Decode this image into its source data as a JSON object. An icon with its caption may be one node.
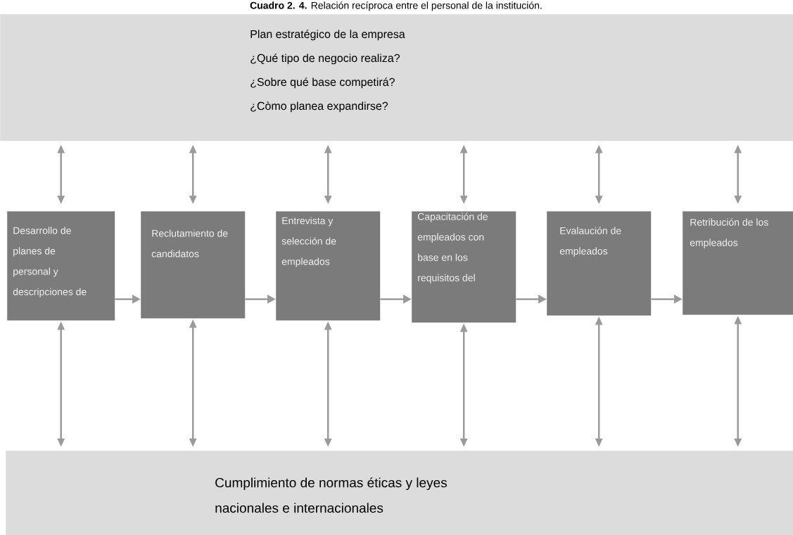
{
  "diagram": {
    "title": "**Cuadro 2. 4.** Relación recíproca entre el personal de la institución.",
    "nodes": [
      {
        "text": [
          "Plan estratégico de la empresa",
          "¿Qué tipo de negocio realiza?",
          "¿Sobre qué base competirá?",
          "¿Còmo planea expandirse?"
        ]
      },
      {
        "text": [
          "Desarrollo de planes de personal y descripciones de"
        ]
      },
      {
        "text": [
          "Reclutamiento de candidatos"
        ]
      },
      {
        "text": [
          "Entrevista y selección de empleados"
        ]
      },
      {
        "text": [
          "Capacitación de empleados con base en los requisitos del"
        ]
      },
      {
        "text": [
          "Evalaución de empleados"
        ]
      },
      {
        "text": [
          "Retribución de los empleados"
        ]
      },
      {
        "text": [
          "Cumplimiento de normas éticas y leyes nacionales e internacionales"
        ]
      }
    ],
    "edges": [
      {
        "from": 0,
        "to": 1,
        "arrow": "both"
      },
      {
        "from": 0,
        "to": 2,
        "arrow": "both"
      },
      {
        "from": 0,
        "to": 3,
        "arrow": "both"
      },
      {
        "from": 0,
        "to": 4,
        "arrow": "both"
      },
      {
        "from": 0,
        "to": 5,
        "arrow": "both"
      },
      {
        "from": 0,
        "to": 6,
        "arrow": "both"
      },
      {
        "from": 1,
        "to": 2,
        "arrow": "to"
      },
      {
        "from": 2,
        "to": 3,
        "arrow": "to"
      },
      {
        "from": 3,
        "to": 4,
        "arrow": "to"
      },
      {
        "from": 4,
        "to": 5,
        "arrow": "to"
      },
      {
        "from": 5,
        "to": 6,
        "arrow": "to"
      },
      {
        "from": 1,
        "to": 7,
        "arrow": "both"
      },
      {
        "from": 2,
        "to": 7,
        "arrow": "both"
      },
      {
        "from": 3,
        "to": 7,
        "arrow": "both"
      },
      {
        "from": 4,
        "to": 7,
        "arrow": "both"
      },
      {
        "from": 5,
        "to": 7,
        "arrow": "both"
      },
      {
        "from": 6,
        "to": 7,
        "arrow": "both"
      }
    ]
  }
}
